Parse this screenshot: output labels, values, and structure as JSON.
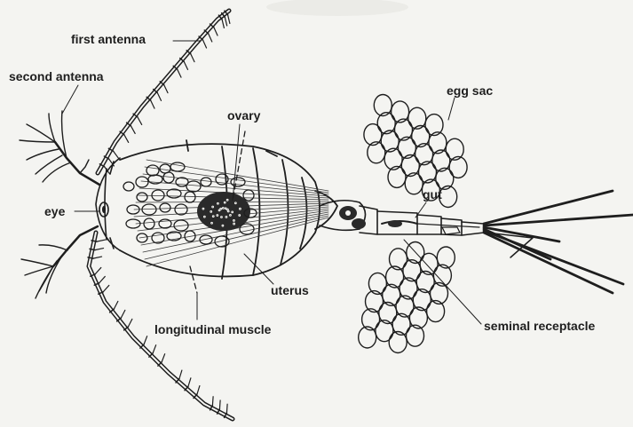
{
  "labels": {
    "first_antenna": "first antenna",
    "second_antenna": "second antenna",
    "ovary": "ovary",
    "egg_sac": "egg sac",
    "eye": "eye",
    "gut": "gut",
    "uterus": "uterus",
    "longitudinal_muscle": "longitudinal muscle",
    "seminal_receptacle": "seminal receptacle"
  },
  "colors": {
    "ink": "#1e1e1e",
    "paper": "#f4f4f1"
  }
}
